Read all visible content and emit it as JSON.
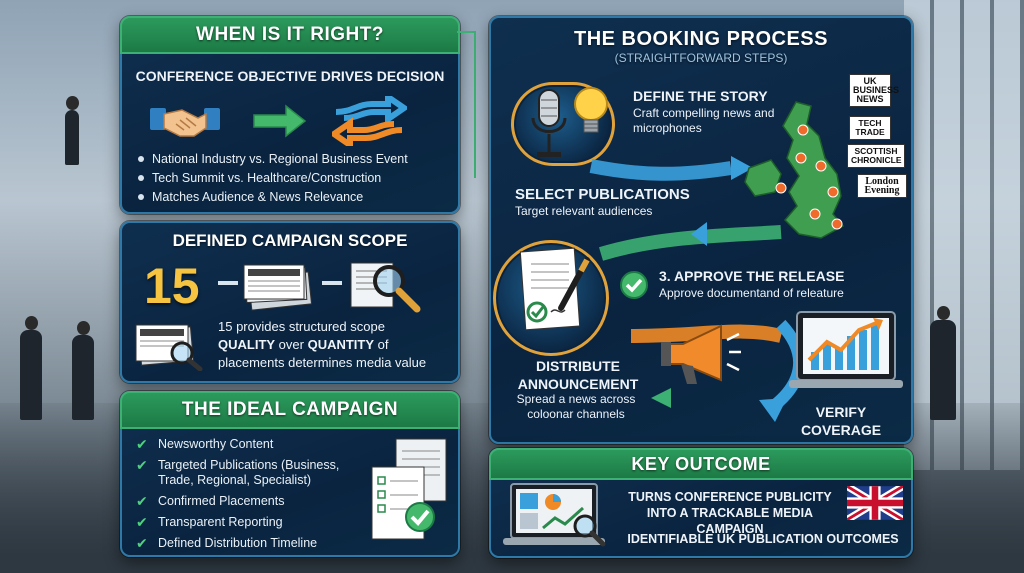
{
  "panel_right_title": "When is it Right?",
  "when_right": {
    "title": "WHEN IS IT RIGHT?",
    "subtitle": "CONFERENCE OBJECTIVE DRIVES DECISION",
    "bullets": [
      "National Industry vs. Regional Business Event",
      "Tech Summit vs. Healthcare/Construction",
      "Matches Audience & News Relevance"
    ]
  },
  "scope": {
    "title": "DEFINED CAMPAIGN SCOPE",
    "number": "15",
    "line1": "15 provides structured scope",
    "line2_a": "QUALITY",
    "line2_b": " over ",
    "line2_c": "QUANTITY",
    "line2_d": " of",
    "line3": "placements determines media value"
  },
  "ideal": {
    "title": "THE IDEAL CAMPAIGN",
    "items": [
      "Newsworthy Content",
      "Targeted Publications (Business, Trade, Regional, Specialist)",
      "Confirmed Placements",
      "Transparent Reporting",
      "Defined Distribution Timeline"
    ]
  },
  "booking": {
    "title": "THE BOOKING PROCESS",
    "subtitle": "(STRAIGHTFORWARD STEPS)",
    "step1_title": "DEFINE THE STORY",
    "step1_desc": "Craft compelling news and microphones",
    "step2_title": "SELECT PUBLICATIONS",
    "step2_desc": "Target relevant audiences",
    "step3_title": "3. APPROVE THE RELEASE",
    "step3_desc": "Approve documentand of releature",
    "step4_title": "DISTRIBUTE ANNOUNCEMENT",
    "step4_desc": "Spread a news across coloonar channels",
    "step5_title": "VERIFY COVERAGE",
    "badges": [
      "UK BUSINESS NEWS",
      "TECH TRADE",
      "SCOTTISH CHRONICLE",
      "London Evening"
    ]
  },
  "outcome": {
    "title": "KEY OUTCOME",
    "line1": "TURNS CONFERENCE PUBLICITY",
    "line2": "INTO A TRACKABLE MEDIA CAMPAIGN",
    "line3": "IDENTIFIABLE UK PUBLICATION OUTCOMES"
  },
  "colors": {
    "panel": "#0a2440",
    "border": "#2f79a8",
    "green": "#2c9a5c",
    "accent": "#f6c440",
    "arrow_blue": "#3aa0dc",
    "arrow_green": "#3db073",
    "arrow_orange": "#ef8a26"
  }
}
